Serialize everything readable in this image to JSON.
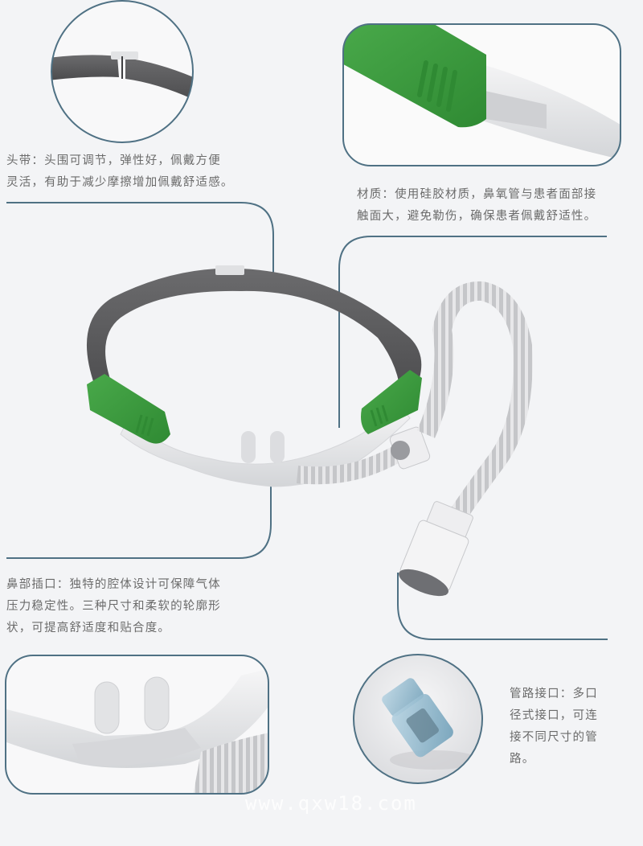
{
  "features": [
    {
      "id": "headband",
      "label": "头带",
      "text_lines": [
        "头带：头围可调节，弹性好，佩戴方便",
        "灵活，有助于减少摩擦增加佩戴舒适感。"
      ],
      "detail_frame": "circle"
    },
    {
      "id": "material",
      "label": "材质",
      "text_lines": [
        "材质：使用硅胶材质，鼻氧管与患者面部接",
        "触面大，避免勒伤，确保患者佩戴舒适性。"
      ],
      "detail_frame": "rounded-rect"
    },
    {
      "id": "nasal-prong",
      "label": "鼻部插口",
      "text_lines": [
        "鼻部插口：独特的腔体设计可保障气体",
        "压力稳定性。三种尺寸和柔软的轮廓形",
        "状，可提高舒适度和贴合度。"
      ],
      "detail_frame": "rounded-rect"
    },
    {
      "id": "tube-connector",
      "label": "管路接口",
      "text_lines": [
        "管路接口：多口",
        "径式接口，可连",
        "接不同尺寸的管",
        "路。"
      ],
      "detail_frame": "circle"
    }
  ],
  "watermark": "www.qxw18.com",
  "colors": {
    "background": "#f3f4f6",
    "frame_line": "#4f7184",
    "strap_gray": "#5a5a5c",
    "clip_green": "#3e9b3f",
    "silicone_white": "#e6e7e9",
    "connector_blue": "#8fb8cc",
    "caption_text": "#6b6b6b"
  }
}
